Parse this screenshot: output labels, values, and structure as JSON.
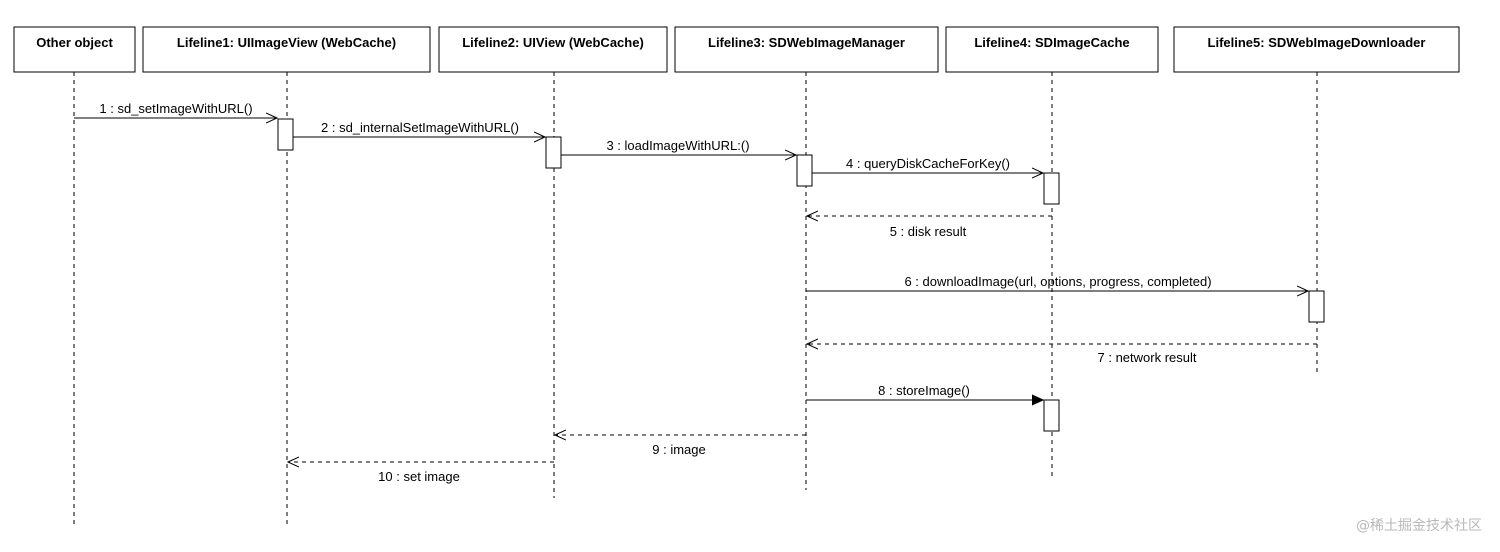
{
  "lifelines": [
    {
      "id": "other",
      "label": "Other object"
    },
    {
      "id": "l1",
      "label": "Lifeline1: UIImageView (WebCache)"
    },
    {
      "id": "l2",
      "label": "Lifeline2: UIView (WebCache)"
    },
    {
      "id": "l3",
      "label": "Lifeline3: SDWebImageManager"
    },
    {
      "id": "l4",
      "label": "Lifeline4: SDImageCache"
    },
    {
      "id": "l5",
      "label": "Lifeline5: SDWebImageDownloader"
    }
  ],
  "messages": [
    {
      "n": 1,
      "label": "1 : sd_setImageWithURL()",
      "from": "other",
      "to": "l1",
      "kind": "call"
    },
    {
      "n": 2,
      "label": "2 : sd_internalSetImageWithURL()",
      "from": "l1",
      "to": "l2",
      "kind": "call"
    },
    {
      "n": 3,
      "label": "3 : loadImageWithURL:()",
      "from": "l2",
      "to": "l3",
      "kind": "call"
    },
    {
      "n": 4,
      "label": "4 : queryDiskCacheForKey()",
      "from": "l3",
      "to": "l4",
      "kind": "call"
    },
    {
      "n": 5,
      "label": "5 : disk result",
      "from": "l4",
      "to": "l3",
      "kind": "return"
    },
    {
      "n": 6,
      "label": "6 : downloadImage(url, options, progress, completed)",
      "from": "l3",
      "to": "l5",
      "kind": "call"
    },
    {
      "n": 7,
      "label": "7 : network result",
      "from": "l5",
      "to": "l3",
      "kind": "return"
    },
    {
      "n": 8,
      "label": "8 : storeImage()",
      "from": "l3",
      "to": "l4",
      "kind": "sync"
    },
    {
      "n": 9,
      "label": "9 : image",
      "from": "l3",
      "to": "l2",
      "kind": "return"
    },
    {
      "n": 10,
      "label": "10 : set image",
      "from": "l2",
      "to": "l1",
      "kind": "return"
    }
  ],
  "watermark": "@稀土掘金技术社区"
}
